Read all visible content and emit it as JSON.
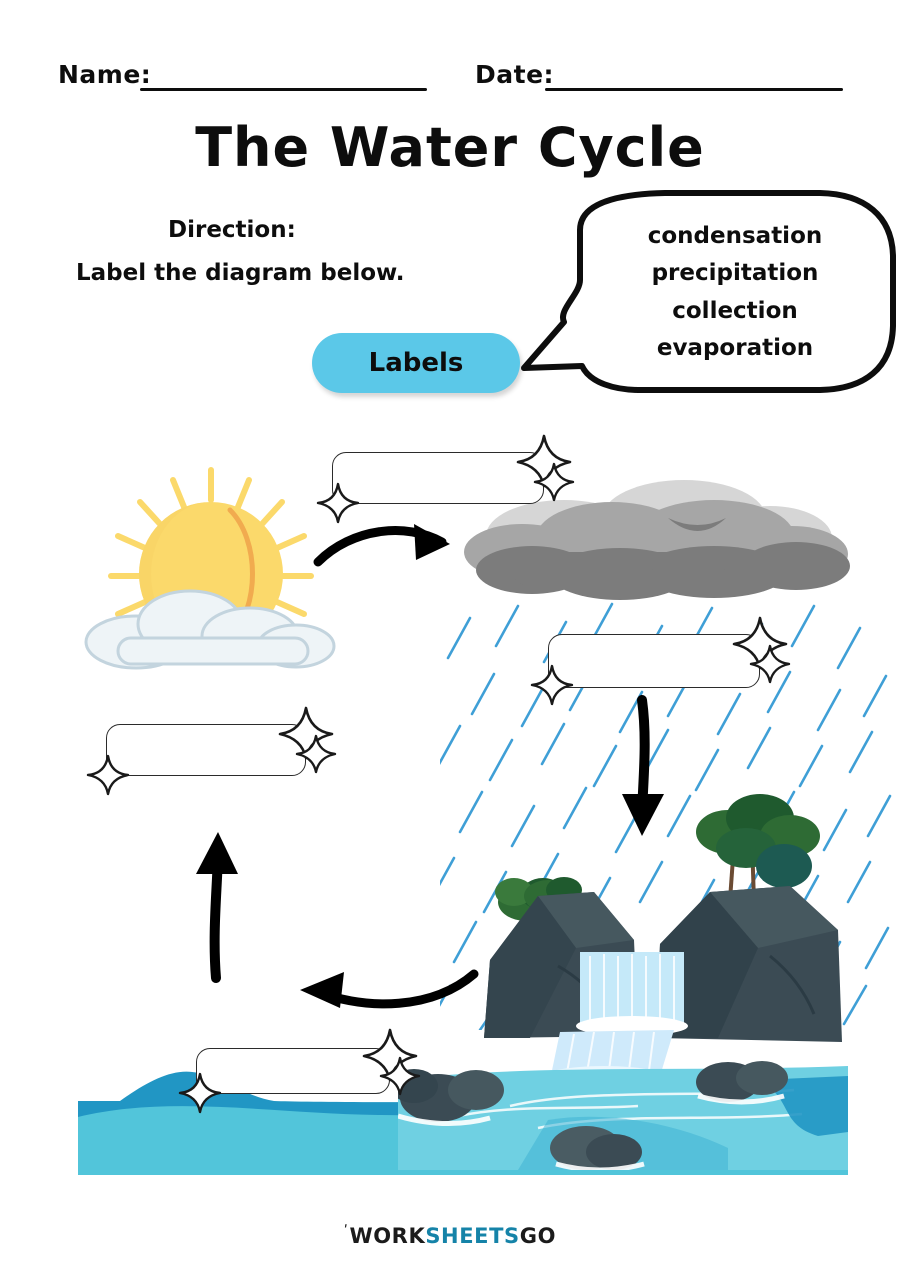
{
  "header": {
    "name_label": "Name:",
    "date_label": "Date:"
  },
  "title": "The Water Cycle",
  "directions": {
    "heading": "Direction:",
    "text": "Label the diagram below."
  },
  "labels_button": "Labels",
  "word_bank": {
    "words": [
      "condensation",
      "precipitation",
      "collection",
      "evaporation"
    ],
    "joined": "condensation\nprecipitation\ncollection\nevaporation"
  },
  "answer_boxes": [
    {
      "id": "box-evaporation",
      "value": "",
      "placeholder": ""
    },
    {
      "id": "box-condensation",
      "value": "",
      "placeholder": ""
    },
    {
      "id": "box-precipitation",
      "value": "",
      "placeholder": ""
    },
    {
      "id": "box-collection",
      "value": "",
      "placeholder": ""
    }
  ],
  "diagram": {
    "sun": "sun-with-cloud",
    "rain_cloud": "dark-rain-cloud",
    "rain": "rain-streaks",
    "waterfall": "waterfall-rocks-trees",
    "ocean": "ocean-water",
    "arrows": [
      "evaporation-arrow-right",
      "precipitation-arrow-down",
      "collection-arrow-left",
      "evaporation-arrow-up"
    ]
  },
  "colors": {
    "accent": "#5bc8e8",
    "sun": "#fbd96b",
    "cloud_light": "#d6d6d6",
    "cloud_mid": "#a6a6a6",
    "cloud_dark": "#7c7c7c",
    "rain": "#1e8fd0",
    "water": "#52c5da",
    "water_deep": "#2196c4",
    "rock": "#3b4b54",
    "tree": "#2e6b34",
    "logo_teal": "#1583a8",
    "ink": "#0d0d0d"
  },
  "footer": {
    "tick": "ʹ",
    "part1": "WORK",
    "part2": "SHEETS",
    "part3": "GO"
  }
}
